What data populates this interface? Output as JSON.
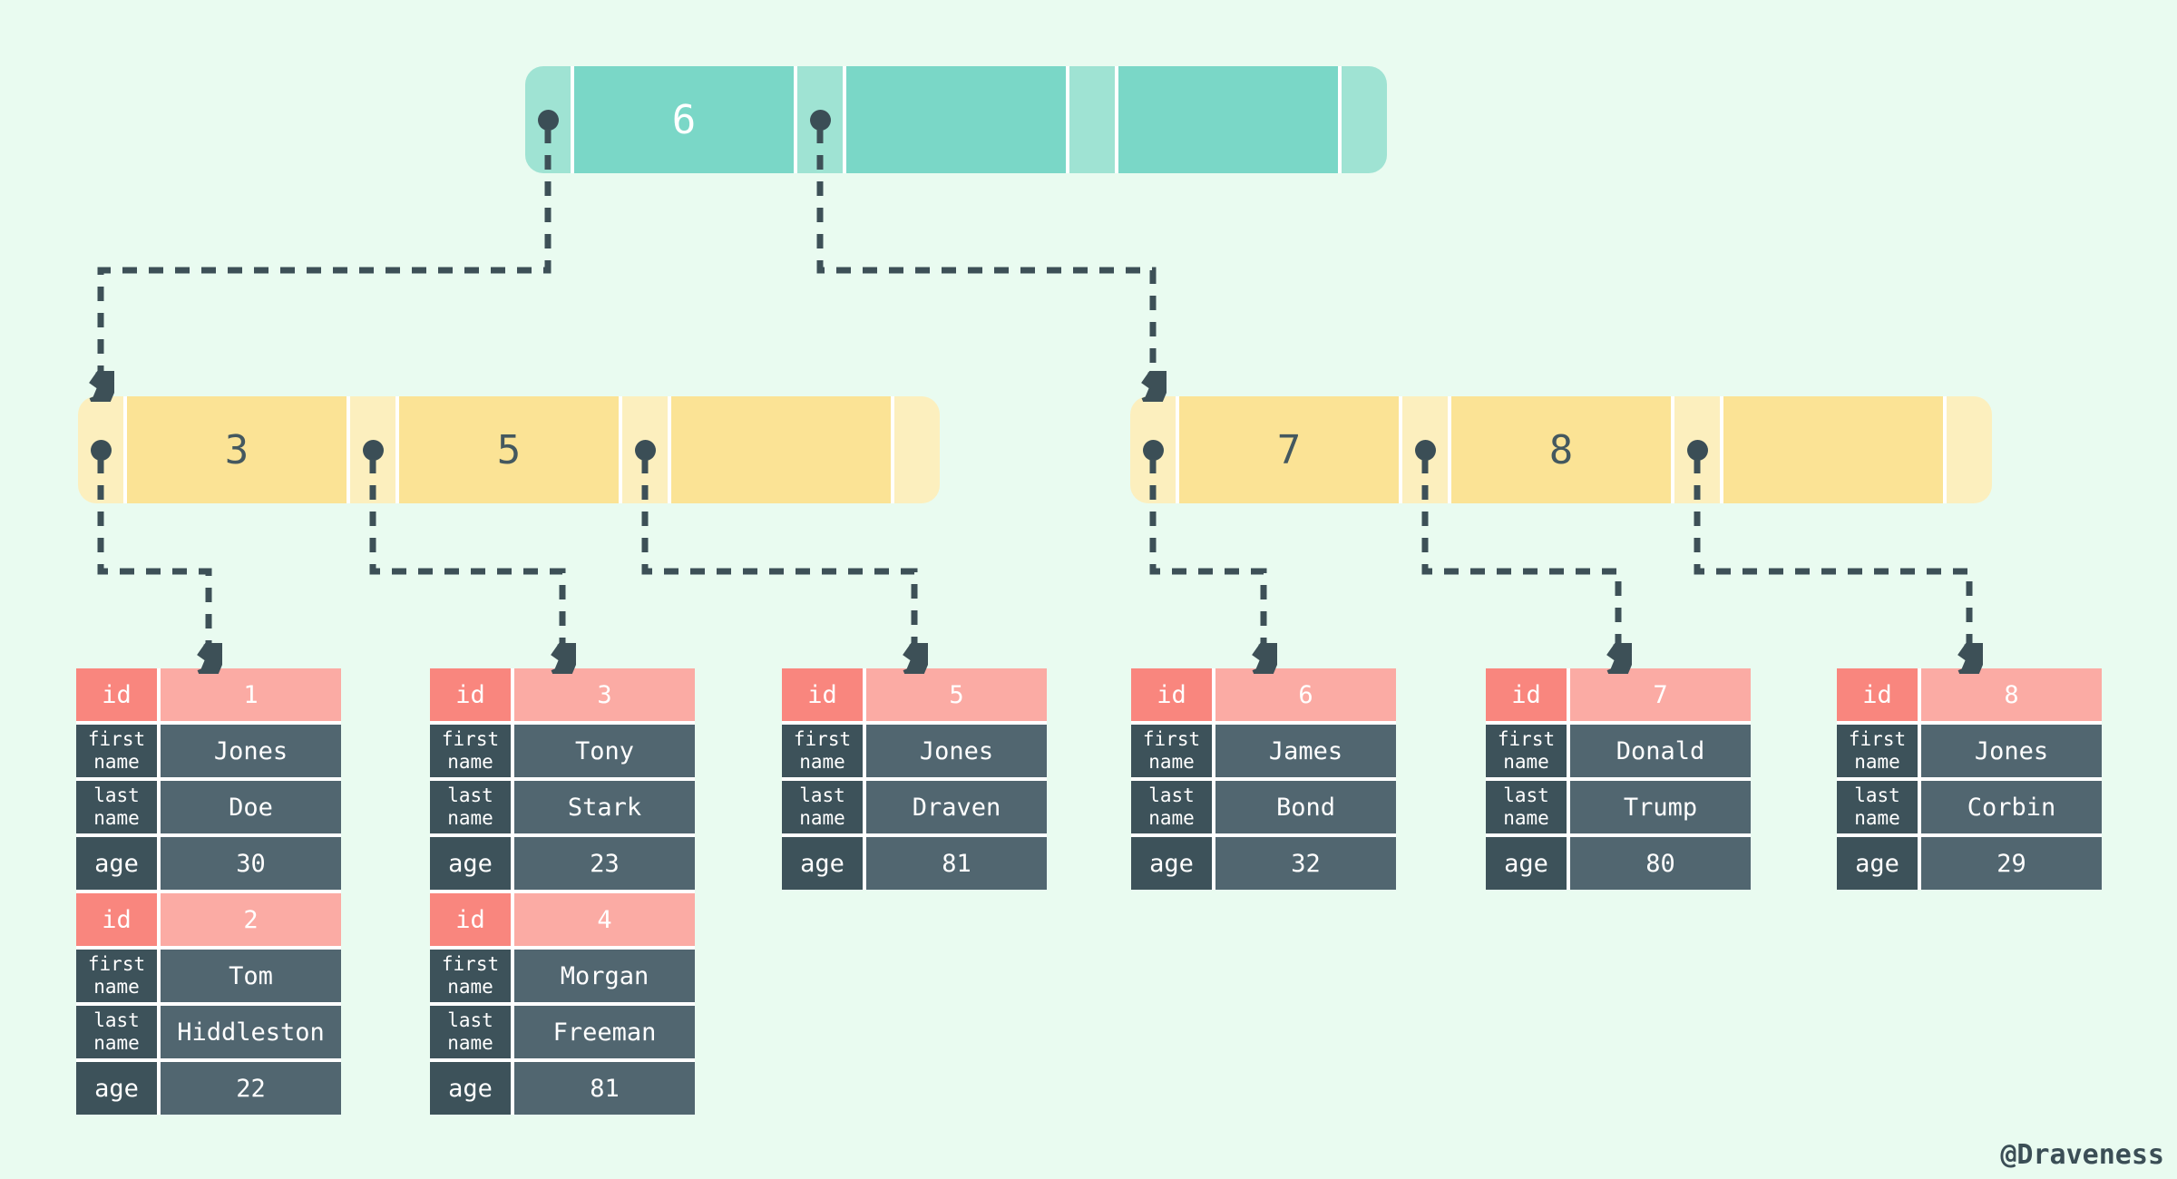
{
  "palette": {
    "background": "#e9fbf0",
    "teal_pointer_cell": "#9fe3d3",
    "teal_key_cell": "#7ad7c7",
    "yellow_pointer_cell": "#fcefbe",
    "yellow_key_cell": "#fbe395",
    "pink_label_cell": "#f9867e",
    "pink_value_cell": "#fbaba4",
    "slate_label_cell": "#3d525a",
    "slate_value_cell": "#516670",
    "arrow_and_dot": "#3d5057",
    "key_text_dark": "#44585f",
    "cell_text_light": "#ffffff"
  },
  "tree": {
    "root": {
      "keys": [
        "6",
        "",
        ""
      ]
    },
    "left": {
      "keys": [
        "3",
        "5",
        ""
      ]
    },
    "right": {
      "keys": [
        "7",
        "8",
        ""
      ]
    }
  },
  "links": [
    "root.pointer1 -> left-node",
    "root.pointer2 -> right-node",
    "left-node.pointer1 -> table-1",
    "left-node.pointer2 -> table-2",
    "left-node.pointer3 -> table-3",
    "right-node.pointer1 -> table-4",
    "right-node.pointer2 -> table-5",
    "right-node.pointer3 -> table-6"
  ],
  "row_labels": {
    "id": "id",
    "first": "first name",
    "last": "last name",
    "age": "age"
  },
  "tables": [
    {
      "records": [
        {
          "id": "1",
          "first_name": "Jones",
          "last_name": "Doe",
          "age": "30"
        },
        {
          "id": "2",
          "first_name": "Tom",
          "last_name": "Hiddleston",
          "age": "22"
        }
      ]
    },
    {
      "records": [
        {
          "id": "3",
          "first_name": "Tony",
          "last_name": "Stark",
          "age": "23"
        },
        {
          "id": "4",
          "first_name": "Morgan",
          "last_name": "Freeman",
          "age": "81"
        }
      ]
    },
    {
      "records": [
        {
          "id": "5",
          "first_name": "Jones",
          "last_name": "Draven",
          "age": "81"
        }
      ]
    },
    {
      "records": [
        {
          "id": "6",
          "first_name": "James",
          "last_name": "Bond",
          "age": "32"
        }
      ]
    },
    {
      "records": [
        {
          "id": "7",
          "first_name": "Donald",
          "last_name": "Trump",
          "age": "80"
        }
      ]
    },
    {
      "records": [
        {
          "id": "8",
          "first_name": "Jones",
          "last_name": "Corbin",
          "age": "29"
        }
      ]
    }
  ],
  "watermark": "@Draveness"
}
